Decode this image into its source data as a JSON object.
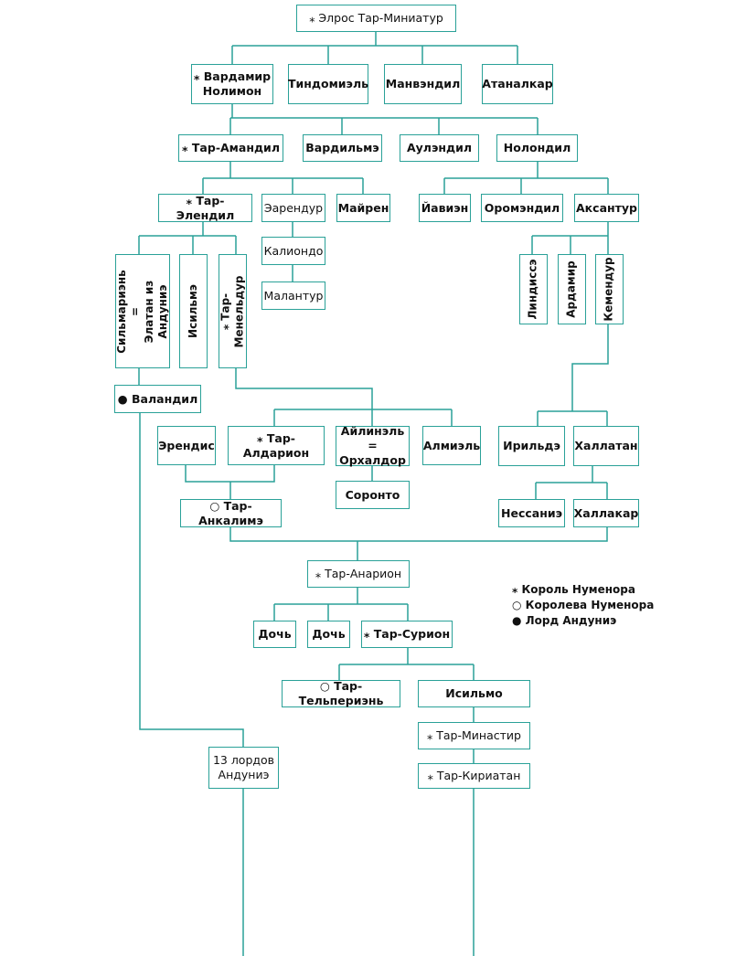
{
  "nodes": [
    {
      "id": "elros",
      "label": "⁎ Элрос Тар-Миниатур"
    },
    {
      "id": "vardamir",
      "label": "⁎ Вардамир\nНолимон"
    },
    {
      "id": "tindomiel",
      "label": "Тиндомиэль"
    },
    {
      "id": "manvendil",
      "label": "Манвэндил"
    },
    {
      "id": "atanalkar",
      "label": "Атаналкар"
    },
    {
      "id": "taramandil",
      "label": "⁎ Тар-Амандил"
    },
    {
      "id": "vardilme",
      "label": "Вардильмэ"
    },
    {
      "id": "aulendil",
      "label": "Аулэндил"
    },
    {
      "id": "nolondil",
      "label": "Нолондил"
    },
    {
      "id": "tarelendil",
      "label": "⁎ Тар-Элендил"
    },
    {
      "id": "earendur",
      "label": "Эарендур"
    },
    {
      "id": "mairen",
      "label": "Майрен"
    },
    {
      "id": "yavien",
      "label": "Йавиэн"
    },
    {
      "id": "oromendil",
      "label": "Оромэндил"
    },
    {
      "id": "aksantur",
      "label": "Аксантур"
    },
    {
      "id": "kaliondo",
      "label": "Калиондо"
    },
    {
      "id": "malantur",
      "label": "Малантур"
    },
    {
      "id": "silmarien",
      "label": "Сильмариэнь\n=\nЭлатан из Андуниэ"
    },
    {
      "id": "isilme",
      "label": "Исильмэ"
    },
    {
      "id": "tarmeneldur",
      "label": "⁎ Тар-Менельдур"
    },
    {
      "id": "lindisse",
      "label": "Линдиссэ"
    },
    {
      "id": "ardamir",
      "label": "Ардамир"
    },
    {
      "id": "kemendur",
      "label": "Кемендур"
    },
    {
      "id": "valandil",
      "label": "● Валандил"
    },
    {
      "id": "erendis",
      "label": "Эрендис"
    },
    {
      "id": "taraldarion",
      "label": "⁎ Тар-Алдарион"
    },
    {
      "id": "ailinel",
      "label": "Айлинэль =\nОрхалдор"
    },
    {
      "id": "almiel",
      "label": "Алмиэль"
    },
    {
      "id": "irildе",
      "label": "Ирильдэ"
    },
    {
      "id": "hallatan",
      "label": "Халлатан"
    },
    {
      "id": "soronto",
      "label": "Соронто"
    },
    {
      "id": "tarankalime",
      "label": "○ Тар-Анкалимэ"
    },
    {
      "id": "nessanie",
      "label": "Нессаниэ"
    },
    {
      "id": "hallakar",
      "label": "Халлакар"
    },
    {
      "id": "taranarion",
      "label": "⁎ Тар-Анарион"
    },
    {
      "id": "doch1",
      "label": "Дочь"
    },
    {
      "id": "doch2",
      "label": "Дочь"
    },
    {
      "id": "tarsurion",
      "label": "⁎ Тар-Сурион"
    },
    {
      "id": "tartelperien",
      "label": "○ Тар-Тельпериэнь"
    },
    {
      "id": "isilmo",
      "label": "Исильмо"
    },
    {
      "id": "tarminastir",
      "label": "⁎ Тар-Минастир"
    },
    {
      "id": "lords13",
      "label": "13 лордов\nАндуниэ"
    },
    {
      "id": "tarkiriatan",
      "label": "⁎ Тар-Кириатан"
    }
  ],
  "legend": {
    "king": "⁎ Король Нуменора",
    "queen": "○ Королева Нуменора",
    "lord": "● Лорд Андуниэ"
  },
  "colors": {
    "line": "#2aa198",
    "text": "#111111"
  }
}
